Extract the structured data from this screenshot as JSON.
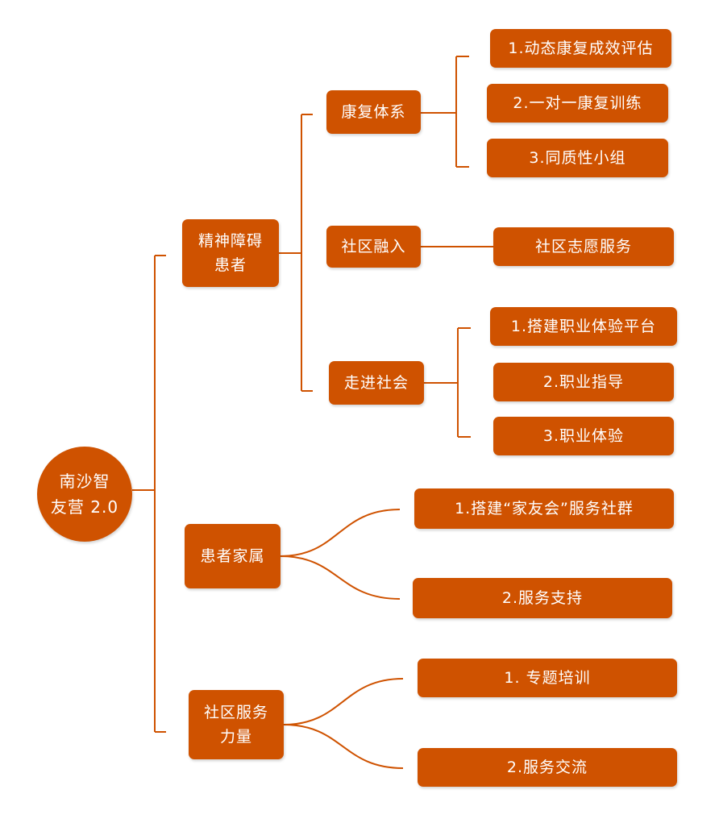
{
  "colors": {
    "node_fill": "#cf5200",
    "connector": "#cf5200",
    "text": "#ffffff"
  },
  "diagram": {
    "root": {
      "lines": [
        "南沙智",
        "友营 2.0"
      ]
    },
    "branches": [
      {
        "lines": [
          "精神障碍",
          "患者"
        ],
        "children": [
          {
            "label": "康复体系",
            "items": [
              "1.动态康复成效评估",
              "2.一对一康复训练",
              "3.同质性小组"
            ]
          },
          {
            "label": "社区融入",
            "items": [
              "社区志愿服务"
            ]
          },
          {
            "label": "走进社会",
            "items": [
              "1.搭建职业体验平台",
              "2.职业指导",
              "3.职业体验"
            ]
          }
        ]
      },
      {
        "lines": [
          "患者家属"
        ],
        "items": [
          "1.搭建“家友会”服务社群",
          "2.服务支持"
        ]
      },
      {
        "lines": [
          "社区服务",
          "力量"
        ],
        "items": [
          "1. 专题培训",
          "2.服务交流"
        ]
      }
    ]
  }
}
